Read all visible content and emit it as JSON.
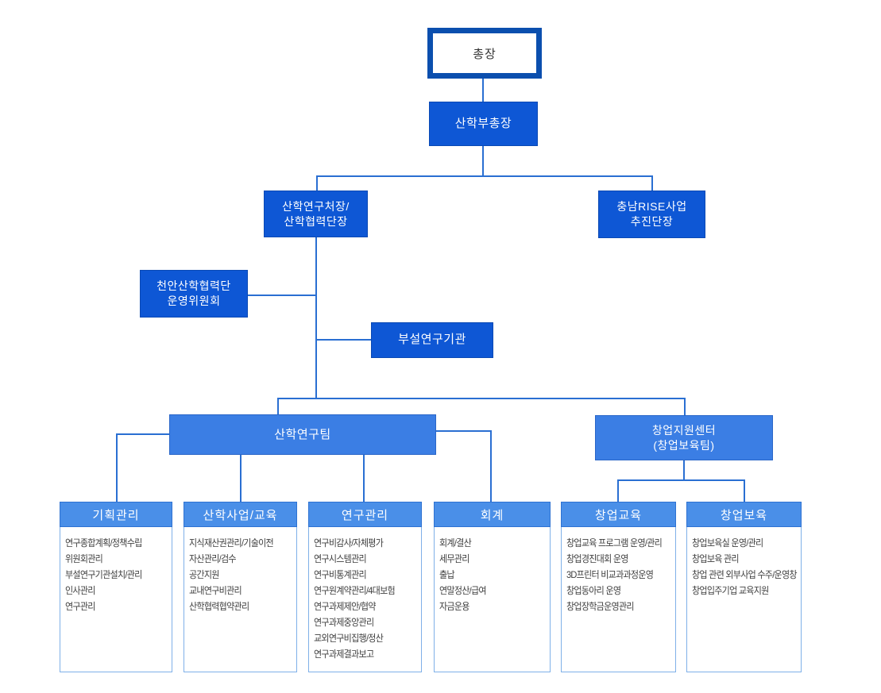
{
  "colors": {
    "president_border": "#0b4fae",
    "deep_blue_box": "#0e57d5",
    "medium_blue_box": "#3b7ee4",
    "column_header_blue": "#4a8fe8",
    "connector_line": "#2a6fd2",
    "column_body_border": "#7fb0e8",
    "president_text": "#333333",
    "list_text": "#404040"
  },
  "org": {
    "president": {
      "label": "총장"
    },
    "vice_president": {
      "label": "산학부총장"
    },
    "director": {
      "line1": "산학연구처장/",
      "line2": "산학협력단장"
    },
    "rise": {
      "line1": "충남RISE사업",
      "line2": "추진단장"
    },
    "committee": {
      "line1": "천안산학협력단",
      "line2": "운영위원회"
    },
    "institute": {
      "label": "부설연구기관"
    },
    "research_team": {
      "label": "산학연구팀"
    },
    "startup_center": {
      "line1": "창업지원센터",
      "line2": "(창업보육팀)"
    },
    "columns": [
      {
        "title": "기획관리",
        "items": [
          "연구종합계획/정책수립",
          "위원회관리",
          "부설연구기관설치/관리",
          "인사관리",
          "연구관리"
        ]
      },
      {
        "title": "산학사업/교육",
        "items": [
          "지식재산권관리/기술이전",
          "자산관리/검수",
          "공간지원",
          "교내연구비관리",
          "산학협력협약관리"
        ]
      },
      {
        "title": "연구관리",
        "items": [
          "연구비감사/자체평가",
          "연구시스템관리",
          "연구비통계관리",
          "연구원계약관리/4대보험",
          "연구과제제안/협약",
          "연구과제중앙관리",
          "교외연구비집행/정산",
          "연구과제결과보고"
        ]
      },
      {
        "title": "회계",
        "items": [
          "회계/결산",
          "세무관리",
          "출납",
          "연말정산/급여",
          "자금운용"
        ]
      },
      {
        "title": "창업교육",
        "items": [
          "창업교육 프로그램 운영/관리",
          "창업경진대회 운영",
          "3D프린터 비교과과정운영",
          "창업동아리 운영",
          "창업장학금운영관리"
        ]
      },
      {
        "title": "창업보육",
        "items": [
          "창업보육실 운영/관리",
          "창업보육 관리",
          "창업 관련 외부사업 수주/운영창",
          "창업입주기업 교육지원"
        ]
      }
    ]
  }
}
